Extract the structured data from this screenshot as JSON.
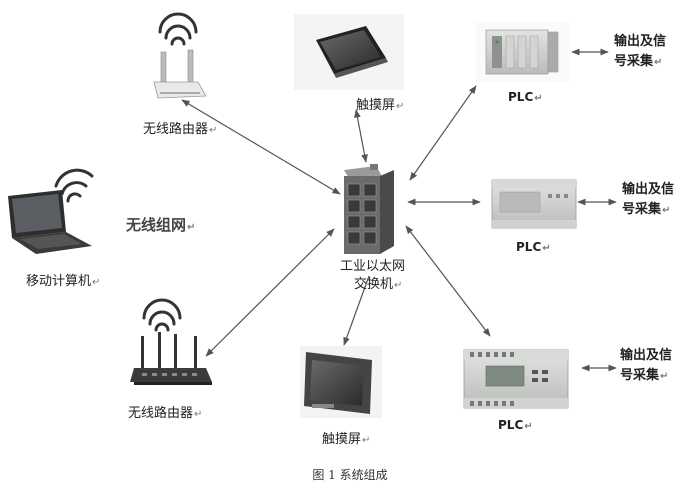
{
  "diagram": {
    "title": "图 1 系统组成",
    "center": {
      "line1": "工业以太网",
      "line2": "交换机"
    },
    "network_label": "无线组网",
    "devices": {
      "router_top": "无线路由器",
      "router_bottom": "无线路由器",
      "laptop": "移动计算机",
      "touch_top": "触摸屏",
      "touch_bottom": "触摸屏",
      "plc_1": "PLC",
      "plc_2": "PLC",
      "plc_3": "PLC"
    },
    "signals": [
      {
        "line1": "输出及信",
        "line2": "号采集"
      },
      {
        "line1": "输出及信",
        "line2": "号采集"
      },
      {
        "line1": "输出及信",
        "line2": "号采集"
      }
    ],
    "return_mark": "↵",
    "colors": {
      "connector": "#555555",
      "device_dark": "#3a3a3a",
      "plc_gray": "#c8cbc8"
    }
  }
}
